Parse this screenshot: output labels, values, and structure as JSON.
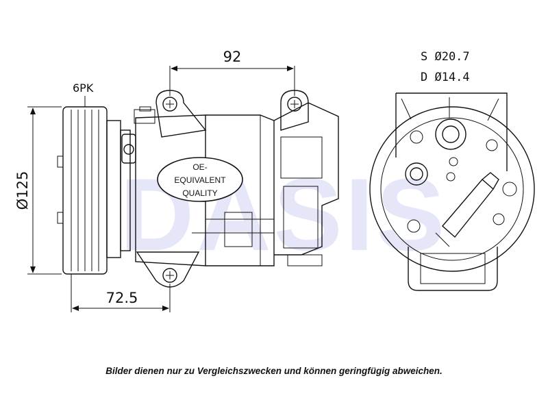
{
  "dimensions": {
    "width_top": "92",
    "belt": "6PK",
    "diameter": "Ø125",
    "depth": "72.5"
  },
  "ports": {
    "suction": "S Ø20.7",
    "discharge": "D Ø14.4"
  },
  "badge": {
    "line1": "OE-",
    "line2": "EQUIVALENT",
    "line3": "QUALITY"
  },
  "watermark": {
    "text": "DASIS",
    "color_blue": "#2f45c8",
    "color_red": "#d8283a"
  },
  "caption": "Bilder dienen nur zu Vergleichszwecken und können geringfügig abweichen."
}
